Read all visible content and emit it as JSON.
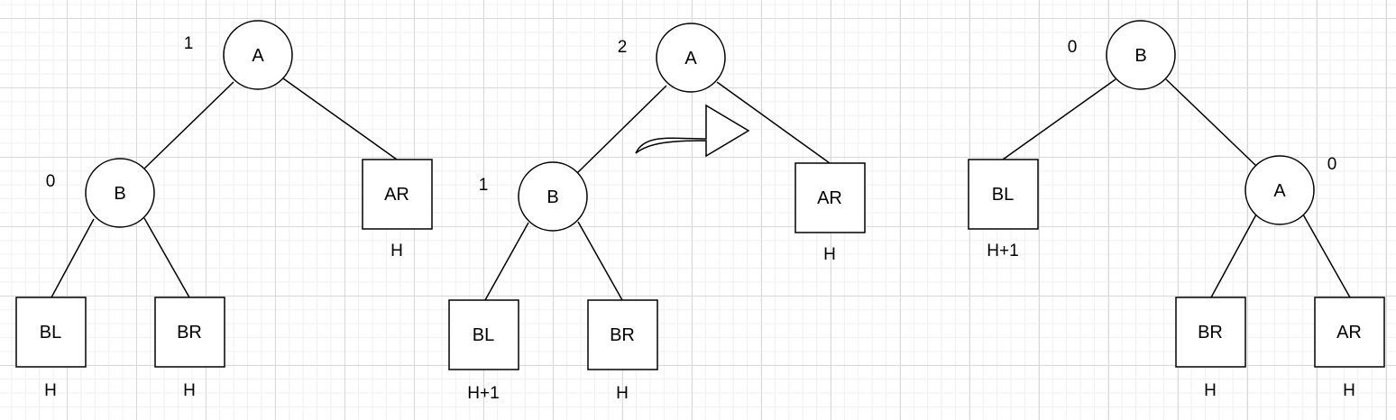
{
  "diagrams": [
    {
      "balance": "1",
      "root": "A",
      "child": "B",
      "child_balance": "0",
      "leaves": [
        {
          "label": "BL",
          "height": "H"
        },
        {
          "label": "BR",
          "height": "H"
        },
        {
          "label": "AR",
          "height": "H"
        }
      ]
    },
    {
      "balance": "2",
      "root": "A",
      "child": "B",
      "child_balance": "1",
      "leaves": [
        {
          "label": "BL",
          "height": "H+1"
        },
        {
          "label": "BR",
          "height": "H"
        },
        {
          "label": "AR",
          "height": "H"
        }
      ]
    },
    {
      "balance": "0",
      "root": "B",
      "child": "A",
      "child_balance": "0",
      "leaves": [
        {
          "label": "BL",
          "height": "H+1"
        },
        {
          "label": "BR",
          "height": "H"
        },
        {
          "label": "AR",
          "height": "H"
        }
      ]
    }
  ],
  "arrow_icon": "curved-right-arrow-icon"
}
